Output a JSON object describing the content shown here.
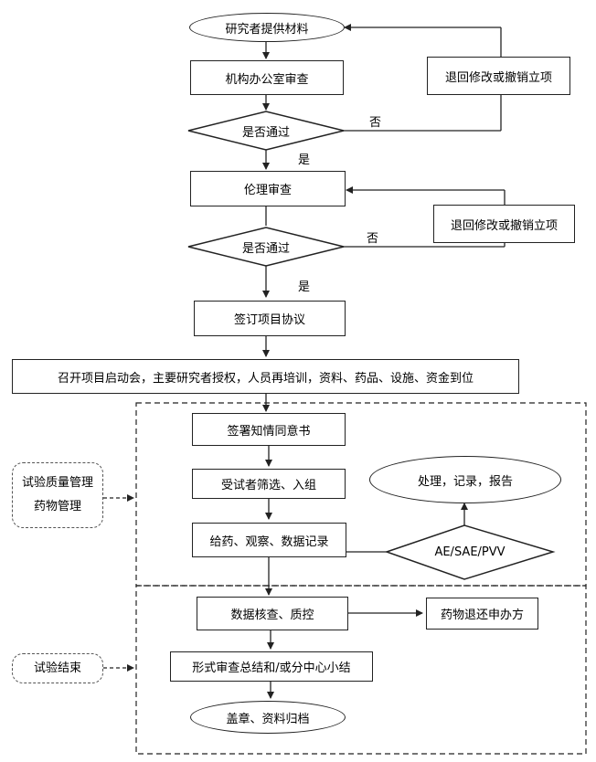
{
  "nodes": {
    "researcher_materials": "研究者提供材料",
    "office_review": "机构办公室审查",
    "return_modify_1": "退回修改或撤销立项",
    "pass_check_1": "是否通过",
    "no_1": "否",
    "yes_1": "是",
    "ethics_review": "伦理审查",
    "return_modify_2": "退回修改或撤销立项",
    "pass_check_2": "是否通过",
    "no_2": "否",
    "yes_2": "是",
    "sign_agreement": "签订项目协议",
    "kickoff": "召开项目启动会，主要研究者授权，人员再培训，资料、药品、设施、资金到位",
    "informed_consent": "签署知情同意书",
    "screening": "受试者筛选、入组",
    "dosing": "给药、观察、数据记录",
    "handle": "处理，记录，报告",
    "ae": "AE/SAE/PVV",
    "data_check": "数据核查、质控",
    "drug_return": "药物退还申办方",
    "summary": "形式审查总结和/或分中心小结",
    "seal_archive": "盖章、资料归档",
    "quality_mgmt_line1": "试验质量管理",
    "quality_mgmt_line2": "药物管理",
    "trial_end": "试验结束"
  }
}
